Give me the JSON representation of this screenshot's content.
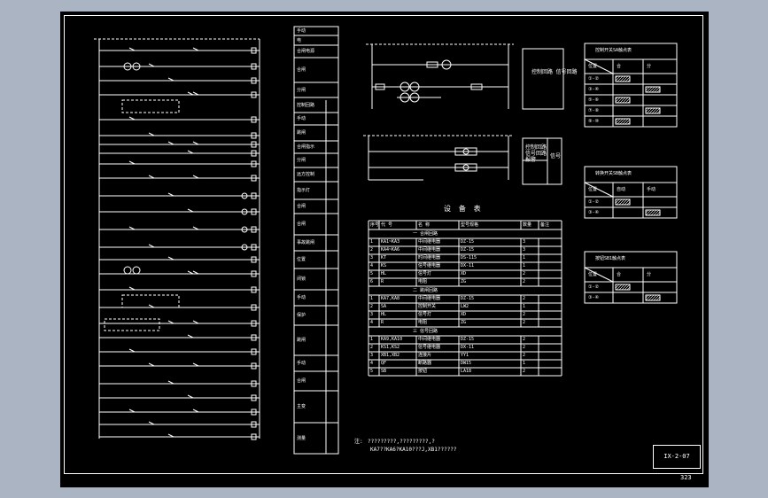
{
  "drawing": {
    "sheet_number": "IX-2-07",
    "page_number": "323"
  },
  "notes": {
    "prefix": "注:",
    "line1": "?????????,?????????,?",
    "line2": "KA7??KA6?KA10???J,XB1??????"
  },
  "center_column": {
    "labels": [
      "手动",
      "电",
      "合闸电源",
      "合闸",
      "分闸",
      "控制回路",
      "手动",
      "跳闸",
      "合闸指示",
      "分闸",
      "远方控制",
      "指示灯",
      "合闸",
      "合闸",
      "事故跳闸",
      "位置",
      "闭锁",
      "手动",
      "保护",
      "跳闸",
      "手动",
      "合闸",
      "主变",
      "测量",
      "信号"
    ]
  },
  "equipment_table": {
    "title": "设 备 表",
    "headers": [
      "序号",
      "代 号",
      "名 称",
      "型号规格",
      "数量",
      "备注"
    ],
    "section1": "一  合闸回路",
    "section2": "二  跳闸回路",
    "section3": "三  信号回路",
    "rows1": [
      [
        "1",
        "KA1~KA3",
        "中间继电器",
        "DZ-15",
        "3",
        ""
      ],
      [
        "2",
        "KA4~KA6",
        "中间继电器",
        "DZ-15",
        "3",
        ""
      ],
      [
        "3",
        "KT",
        "时间继电器",
        "DS-115",
        "1",
        ""
      ],
      [
        "4",
        "KS",
        "信号继电器",
        "DX-11",
        "1",
        ""
      ],
      [
        "5",
        "HL",
        "信号灯",
        "XD",
        "2",
        ""
      ],
      [
        "6",
        "R",
        "电阻",
        "ZG",
        "2",
        ""
      ]
    ],
    "rows2": [
      [
        "1",
        "KA7,KA8",
        "中间继电器",
        "DZ-15",
        "2",
        ""
      ],
      [
        "2",
        "SA",
        "控制开关",
        "LW2",
        "1",
        ""
      ],
      [
        "3",
        "HL",
        "信号灯",
        "XD",
        "2",
        ""
      ],
      [
        "4",
        "R",
        "电阻",
        "ZG",
        "2",
        ""
      ]
    ],
    "rows3": [
      [
        "1",
        "KA9,KA10",
        "中间继电器",
        "DZ-15",
        "2",
        ""
      ],
      [
        "2",
        "KS1,KS2",
        "信号继电器",
        "DX-11",
        "2",
        ""
      ],
      [
        "3",
        "XB1,XB2",
        "连接片",
        "YY1",
        "2",
        ""
      ],
      [
        "4",
        "QF",
        "断路器",
        "DW15",
        "1",
        ""
      ],
      [
        "5",
        "SB",
        "按钮",
        "LA18",
        "2",
        ""
      ]
    ]
  },
  "contact_tables": [
    {
      "title": "控制开关SA触点表",
      "headers": [
        "位置",
        "合",
        "分"
      ],
      "rows": [
        "①-②",
        "③-④",
        "⑤-⑥",
        "⑦-⑧",
        "⑨-⑩"
      ]
    },
    {
      "title": "转换开关SB触点表",
      "headers": [
        "位置",
        "自动",
        "手动"
      ],
      "rows": [
        "①-②",
        "③-④"
      ]
    },
    {
      "title": "按钮SB1触点表",
      "headers": [
        "位置",
        "合",
        "分"
      ],
      "rows": [
        "①-②",
        "③-④"
      ]
    }
  ],
  "side_boxes": {
    "box1": "控制回路\n信号回路",
    "box2": "控制回路\n信号回路\n报警",
    "box2_side": "信号"
  },
  "colors": {
    "paper": "#000000",
    "line": "#ffffff",
    "background": "#abb4c3"
  }
}
